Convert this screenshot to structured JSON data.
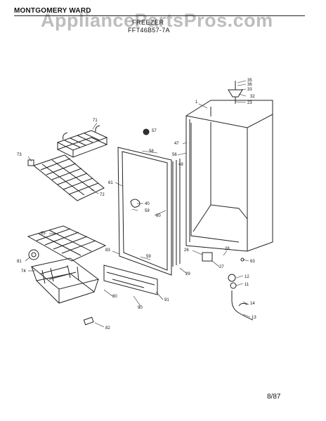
{
  "header": {
    "brand": "MONTGOMERY WARD",
    "watermark": "AppliancePartsPros.com",
    "product": "FREEZER",
    "model": "FFT46B57-7A"
  },
  "footer": {
    "date_code": "8/87"
  },
  "callouts": {
    "c1": "1",
    "c11": "11",
    "c12": "12",
    "c13": "13",
    "c14": "14",
    "c23": "23",
    "c26": "26",
    "c27": "27",
    "c28": "28",
    "c29": "29",
    "c32": "32",
    "c33": "33",
    "c35": "35",
    "c36": "36",
    "c40": "40",
    "c47": "47",
    "c48": "48",
    "c56": "56",
    "c57": "57",
    "c58": "58",
    "c59a": "59",
    "c59b": "59",
    "c60": "60",
    "c61": "61",
    "c63": "63",
    "c71": "71",
    "c72": "72",
    "c73": "73",
    "c74": "74",
    "c80": "80",
    "c81": "81",
    "c82": "82",
    "c83": "83",
    "c85": "85",
    "c90": "90",
    "c91": "91"
  }
}
